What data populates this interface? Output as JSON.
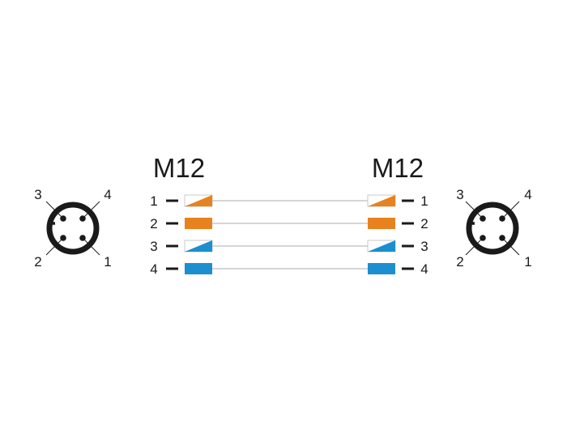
{
  "left_connector": {
    "title": "M12",
    "pins": [
      "1",
      "2",
      "3",
      "4"
    ],
    "face_pins": [
      "1",
      "2",
      "3",
      "4"
    ]
  },
  "right_connector": {
    "title": "M12",
    "pins": [
      "1",
      "2",
      "3",
      "4"
    ],
    "face_pins": [
      "1",
      "2",
      "3",
      "4"
    ]
  },
  "wires": [
    {
      "pin": "1",
      "style": "half",
      "color": "#e8821e"
    },
    {
      "pin": "2",
      "style": "solid",
      "color": "#e8821e"
    },
    {
      "pin": "3",
      "style": "half",
      "color": "#1b8fcf"
    },
    {
      "pin": "4",
      "style": "solid",
      "color": "#1b8fcf"
    }
  ],
  "colors": {
    "cable": "#c8c8c8",
    "line": "#1a1a1a",
    "orange": "#e8821e",
    "blue": "#1b8fcf"
  }
}
